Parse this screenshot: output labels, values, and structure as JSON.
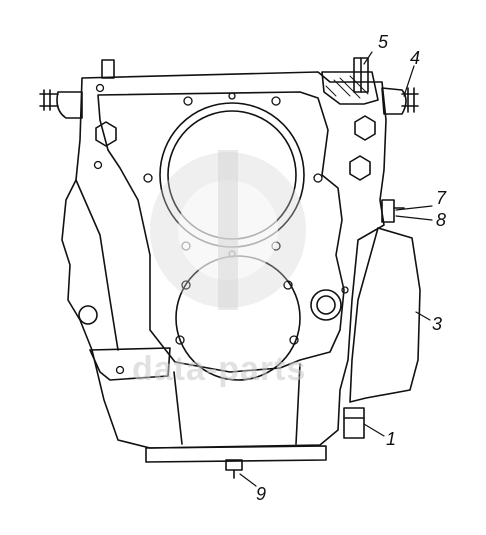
{
  "diagram": {
    "callouts": [
      {
        "id": "c1",
        "label": "1"
      },
      {
        "id": "c3",
        "label": "3"
      },
      {
        "id": "c4",
        "label": "4"
      },
      {
        "id": "c5",
        "label": "5"
      },
      {
        "id": "c7",
        "label": "7"
      },
      {
        "id": "c8",
        "label": "8"
      },
      {
        "id": "c9",
        "label": "9"
      }
    ]
  },
  "watermark": {
    "text": "data-parts",
    "color": "#c8c8c8"
  },
  "colors": {
    "line": "#111111",
    "background": "#ffffff"
  }
}
